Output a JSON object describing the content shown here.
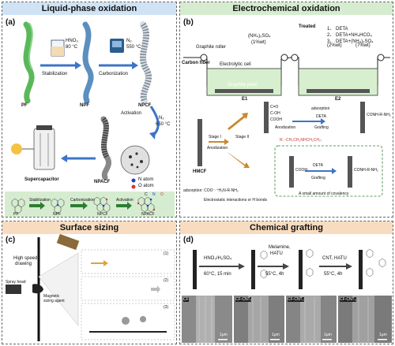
{
  "panel_a": {
    "header": "Liquid-phase oxidation",
    "letter": "(a)",
    "labels": {
      "pf": "PF",
      "npf": "NPF",
      "npcf": "NPCF",
      "npacf": "NPACF",
      "supercapacitor": "Supercapacitor",
      "stabilization": "Stabilization",
      "carbonization": "Carbonization",
      "activation": "Activation",
      "hno3": "HNO₃",
      "hno3_temp": "80 °C",
      "n2_carb": "N₂",
      "n2_carb_temp": "550 °C",
      "n2_act": "N₂",
      "n2_act_temp": "650 °C",
      "n_atom": "N atom",
      "o_atom": "O atom",
      "legend_c": "C",
      "legend_n": "N",
      "legend_o": "O",
      "sub_pf": "PF",
      "sub_npf": "NPF",
      "sub_npcf": "NPCF",
      "sub_npacf": "NPACF",
      "sub_stab": "Stabilization",
      "sub_carb": "Carbonization",
      "sub_act": "Activation"
    }
  },
  "panel_b": {
    "header": "Electrochemical oxidation",
    "letter": "(b)",
    "labels": {
      "graphite_roller": "Graphite roller",
      "carbon_fiber": "Carbon fiber",
      "electrolytic_cell": "Electrolytic cell",
      "nh4so4": "(NH₄)₂SO₄",
      "wt1": "(1%wt)",
      "graphite_plate": "Graphite plate",
      "e1": "E1",
      "e2": "E2",
      "treated": "Treated",
      "opt1": "1、 DETA",
      "opt2": "2、 DETA+NH₄HCO₃",
      "opt3": "3、 DETA+(NH₄)₂SO₄",
      "wt25": "(2%wt)",
      "wt7": "(7%wt)",
      "anodization": "Anodization",
      "grafting": "Grafting",
      "adsorption": "adsorption",
      "deta": "DETA",
      "cooh": "COOH",
      "conh": "CONH-R-NH₂",
      "stage1": "Stage I",
      "stage2": "Stage II",
      "hmcf": "HMCF",
      "r_formula": "R: -CH₂CH₂NHCH₂CH₂-",
      "adsorption_formula": "adsorption: COO⁻·⁺H₃N-R-NH₂",
      "electrostatic": "Electrostatic interactions or H bonds",
      "small_amount": "A small amount of covalency",
      "co": "C=O",
      "coh": "C-OH"
    }
  },
  "panel_c": {
    "header": "Surface sizing",
    "letter": "(c)",
    "labels": {
      "high_speed": "High speed",
      "drawing": "drawing",
      "spray_head": "Spray head",
      "magnetic": "Magnetic",
      "sizing_agent": "sizing agent",
      "ann1": "(1)",
      "ann2": "(2)",
      "ann3": "(3)"
    }
  },
  "panel_d": {
    "header": "Chemical grafting",
    "letter": "(d)",
    "labels": {
      "step1_a": "HNO₃/H₂SO₄",
      "step1_b": "60°C, 15 min",
      "step2_a": "Melamine,",
      "step2_b": "HATU",
      "step2_c": "55°C, 4h",
      "step3_a": "CNT, HATU",
      "step3_b": "55°C, 4h",
      "cf": "CF",
      "cf_cnt1": "CF-CNT₁",
      "cf_cnt2": "CF-CNT₂",
      "cf_cnt3": "CF-CNT₃",
      "scale": "1μm"
    }
  },
  "colors": {
    "header_blue": "#cfe3f5",
    "header_green": "#d6ecd0",
    "header_orange": "#f8dcc0",
    "fiber_green": "#5ab85a",
    "fiber_dark": "#2f6f9f",
    "arrow_blue": "#3d74c8",
    "bath_green": "#d8efcf",
    "sem_gray": "#8a8a8a"
  }
}
